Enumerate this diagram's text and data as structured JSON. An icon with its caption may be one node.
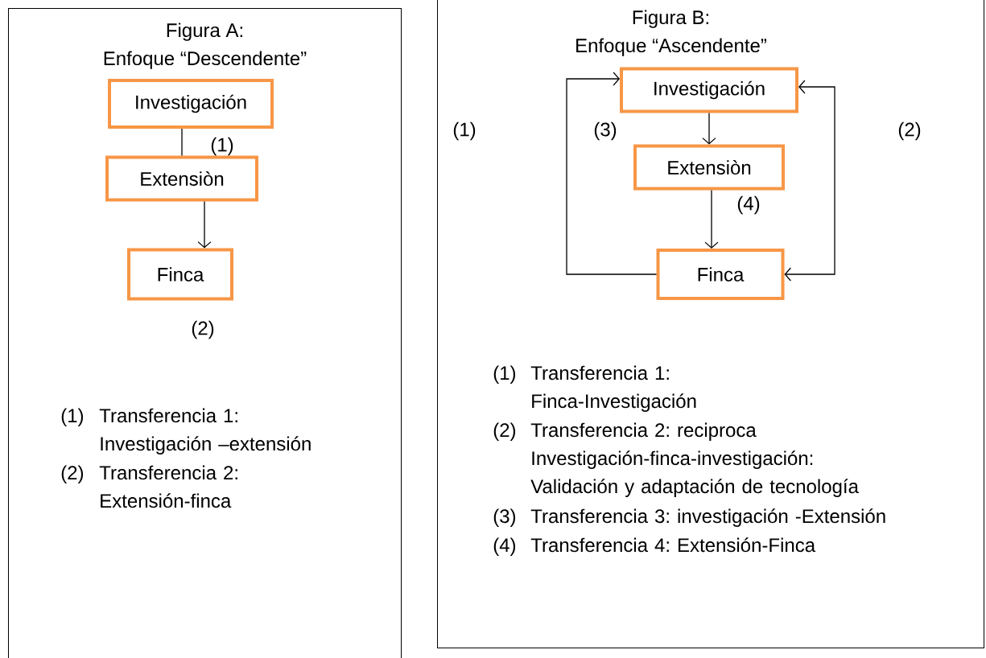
{
  "diagram": {
    "nodes": [
      {
        "text": [
          "Figura A: Enfoque “Descendente”"
        ]
      },
      {
        "text": [
          "Investigación"
        ],
        "in": 0
      },
      {
        "text": [
          "Extensiòn"
        ],
        "in": 0
      },
      {
        "text": [
          "Finca"
        ],
        "in": 0
      },
      {
        "text": [
          "Figura B: Enfoque “Ascendente”"
        ]
      },
      {
        "text": [
          "Investigación"
        ],
        "in": 4
      },
      {
        "text": [
          "Extensiòn"
        ],
        "in": 4
      },
      {
        "text": [
          "Finca"
        ],
        "in": 4
      }
    ],
    "edges": [
      {
        "from": 1,
        "to": 2,
        "arrow": "none"
      },
      {
        "from": 2,
        "to": 3,
        "arrow": "to"
      },
      {
        "from": 5,
        "to": 6,
        "arrow": "to"
      },
      {
        "from": 6,
        "to": 7,
        "arrow": "to"
      },
      {
        "from": 7,
        "to": 5,
        "arrow": "to"
      },
      {
        "from": 5,
        "to": 7,
        "arrow": "both"
      }
    ],
    "labels": [
      "(1)",
      "(2)",
      "(1)",
      "Transferencia 1: Investigación –extensión",
      "(2)",
      "Transferencia 2: Extensión-finca",
      "(1)",
      "(3)",
      "(2)",
      "(4)",
      "(1)",
      "Transferencia 1: Finca-Investigación",
      "(2)",
      "Transferencia 2: reciproca Investigación-finca-investigación: Validación y adaptación de tecnología",
      "(3)",
      "Transferencia 3: investigación -Extensión",
      "(4)",
      "Transferencia 4: Extensión-Finca"
    ]
  }
}
